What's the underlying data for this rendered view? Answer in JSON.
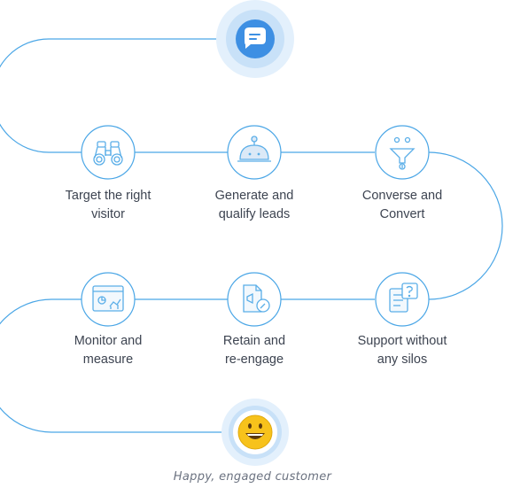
{
  "colors": {
    "line": "#4aa6e6",
    "icon_stroke": "#5aaee8",
    "chat_bubble": "#3d8fe3",
    "halo_outer": "#e3f0fc",
    "halo_mid": "#c8e1f8",
    "smiley": "#f7c21b",
    "text": "#3d4451",
    "caption": "#6b7280"
  },
  "top_icon": "chat-bubble-icon",
  "bottom_icon": "smiley-face-icon",
  "steps": [
    {
      "icon": "binoculars-icon",
      "line1": "Target the right",
      "line2": "visitor"
    },
    {
      "icon": "bot-icon",
      "line1": "Generate and",
      "line2": "qualify leads"
    },
    {
      "icon": "funnel-icon",
      "line1": "Converse and",
      "line2": "Convert"
    },
    {
      "icon": "support-question-icon",
      "line1": "Support without",
      "line2": "any silos"
    },
    {
      "icon": "document-megaphone-icon",
      "line1": "Retain and",
      "line2": "re-engage"
    },
    {
      "icon": "analytics-dashboard-icon",
      "line1": "Monitor and",
      "line2": "measure"
    }
  ],
  "caption": "Happy, engaged customer"
}
